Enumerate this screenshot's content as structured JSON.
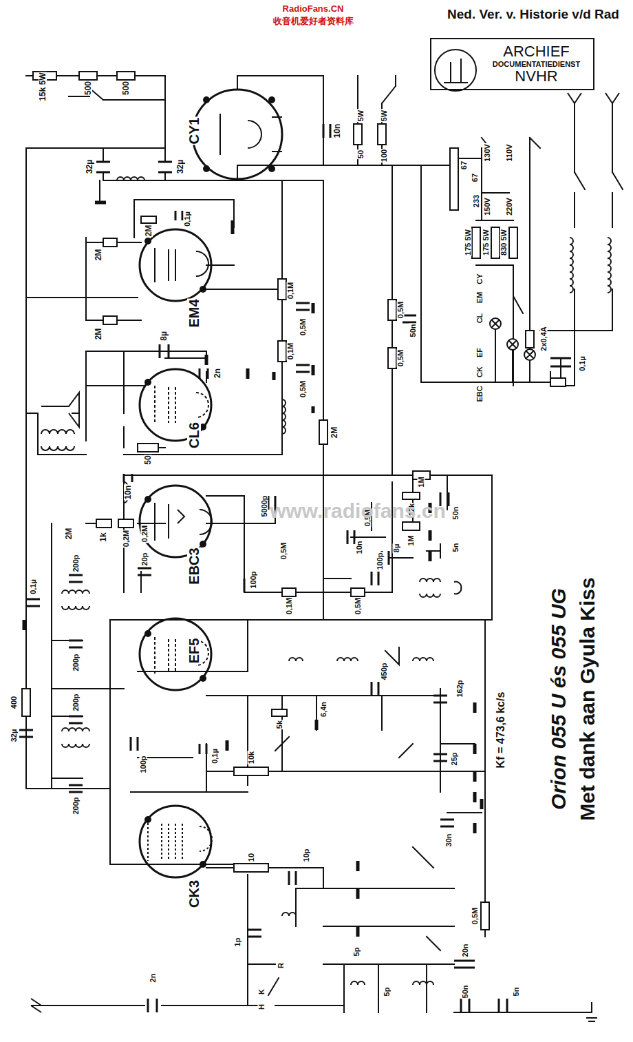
{
  "diagram": {
    "title": "Orion 055 U és 055 UG",
    "caption": "Met dank aan Gyula Kiss",
    "nodes": [
      {
        "text": [
          "ARCHIEF",
          "DOCUMENTATIEDIENST",
          "NVHR"
        ]
      }
    ],
    "labels": [
      "RadioFans.CN",
      "收音机爱好者资料库",
      "Ned. Ver. v. Historie v/d Rad",
      "15k 5W",
      "500",
      "500",
      "CY1",
      "10n",
      "5W",
      "50",
      "5W",
      "100",
      "67",
      "67",
      "233",
      "130V",
      "110V",
      "150V",
      "220V",
      "32µ",
      "32µ",
      "2M",
      "0,1µ",
      "2M",
      "EM4",
      "2M",
      "175 5W",
      "175 5W",
      "830 5W",
      "CY",
      "EM",
      "CL",
      "EF",
      "CK",
      "EBC",
      "0,1M",
      "0,5M",
      "0,1M",
      "0,5M",
      "0,5M",
      "50n",
      "0,5M",
      "8µ",
      "2n",
      "CL6",
      "50",
      "2M",
      "2x0,4A",
      "0,1µ",
      "1M",
      "50n",
      "12k",
      "1M",
      "10n",
      "5000p",
      "0,5M",
      "10n",
      "0,5M",
      "8µ",
      "5n",
      "100p",
      "EBC3",
      "100p",
      "1k",
      "0,2M",
      "2M",
      "0,2M",
      "20p",
      "200p",
      "0,1µ",
      "0,1M",
      "0,5M",
      "200p",
      "EF5",
      "5k",
      "6,4n",
      "450p",
      "162p",
      "200p",
      "400",
      "32µ",
      "100p",
      "0,1µ",
      "10k",
      "25p",
      "200p",
      "Kf = 473,6 kc/s",
      "30n",
      "CK3",
      "10",
      "10p",
      "1p",
      "0,5M",
      "20n",
      "2n",
      "R",
      "K",
      "H",
      "5p",
      "5p",
      "50n",
      "5n",
      "www.radiofans.cn"
    ]
  }
}
